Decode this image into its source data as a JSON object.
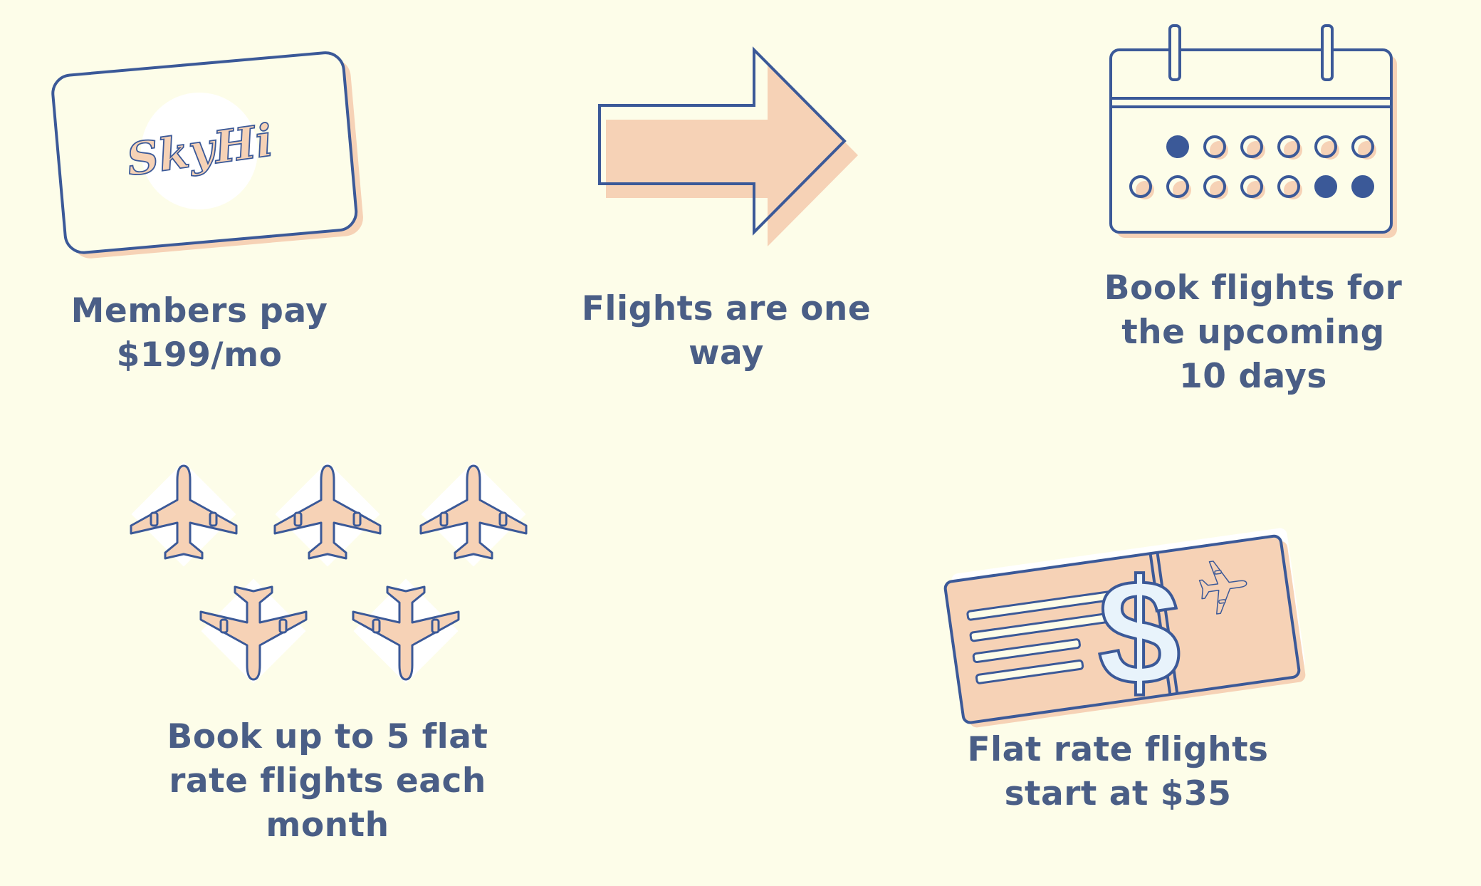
{
  "colors": {
    "background": "#fdfde9",
    "navy": "#3b5998",
    "text": "#4a5e86",
    "peach": "#f6d2b6",
    "light_blue": "#e8f3fb"
  },
  "card": {
    "logo_text": "SkyHi",
    "caption": [
      "Members pay",
      "$199/mo"
    ]
  },
  "arrow": {
    "caption": [
      "Flights are one",
      "way"
    ]
  },
  "calendar": {
    "caption": [
      "Book flights for",
      "the upcoming",
      "10 days"
    ],
    "dots_filled": [
      1,
      0,
      0,
      0,
      0,
      0,
      0,
      0,
      0,
      0,
      0,
      1,
      1
    ]
  },
  "planes": {
    "icon": "airplane-icon",
    "count": 5,
    "caption": [
      "Book up to 5 flat",
      "rate flights each",
      "month"
    ]
  },
  "ticket": {
    "icon": "dollar-sign-icon",
    "caption": [
      "Flat rate flights",
      "start at $35"
    ]
  }
}
